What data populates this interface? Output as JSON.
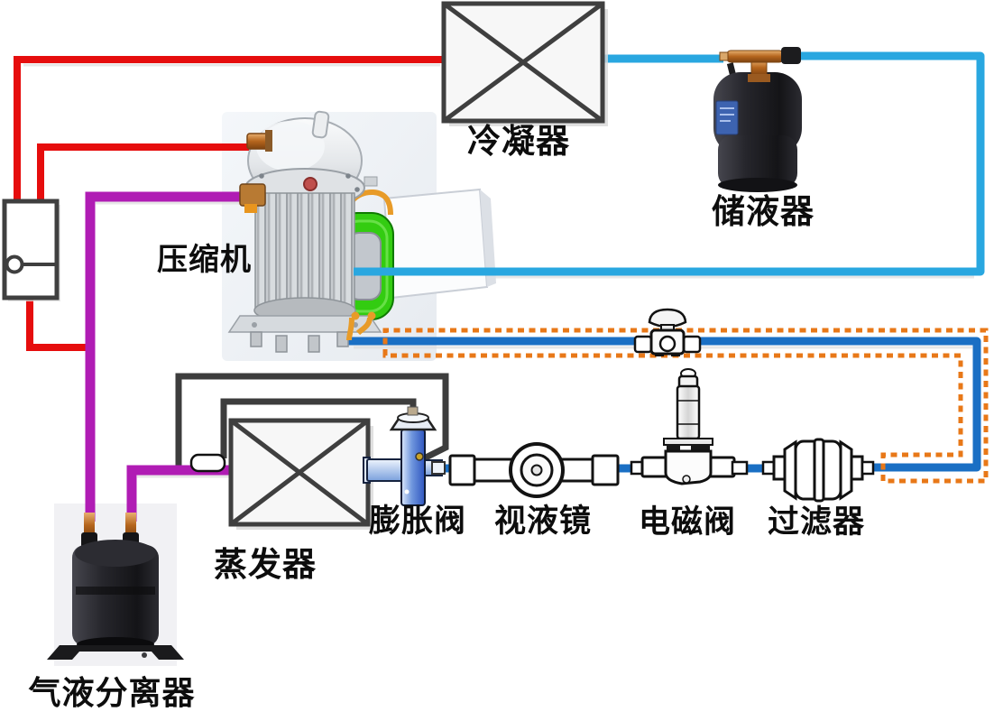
{
  "diagram": {
    "type": "refrigeration-cycle-schematic",
    "labels": {
      "condenser": "冷凝器",
      "receiver": "储液器",
      "compressor": "压缩机",
      "evaporator": "蒸发器",
      "separator": "气液分离器",
      "expansion_valve": "膨胀阀",
      "sight_glass": "视液镜",
      "solenoid_valve": "电磁阀",
      "filter": "过滤器"
    },
    "colors": {
      "pipe-red": "#e60d0d",
      "pipe-purple": "#b01cb4",
      "pipe-cyan": "#29a7e0",
      "pipe-blue": "#1a6fc4",
      "jacket-orange": "#e87818",
      "line-black": "#3d3d3d",
      "hx-green": "#33cc11",
      "copper": "#c87533"
    }
  }
}
